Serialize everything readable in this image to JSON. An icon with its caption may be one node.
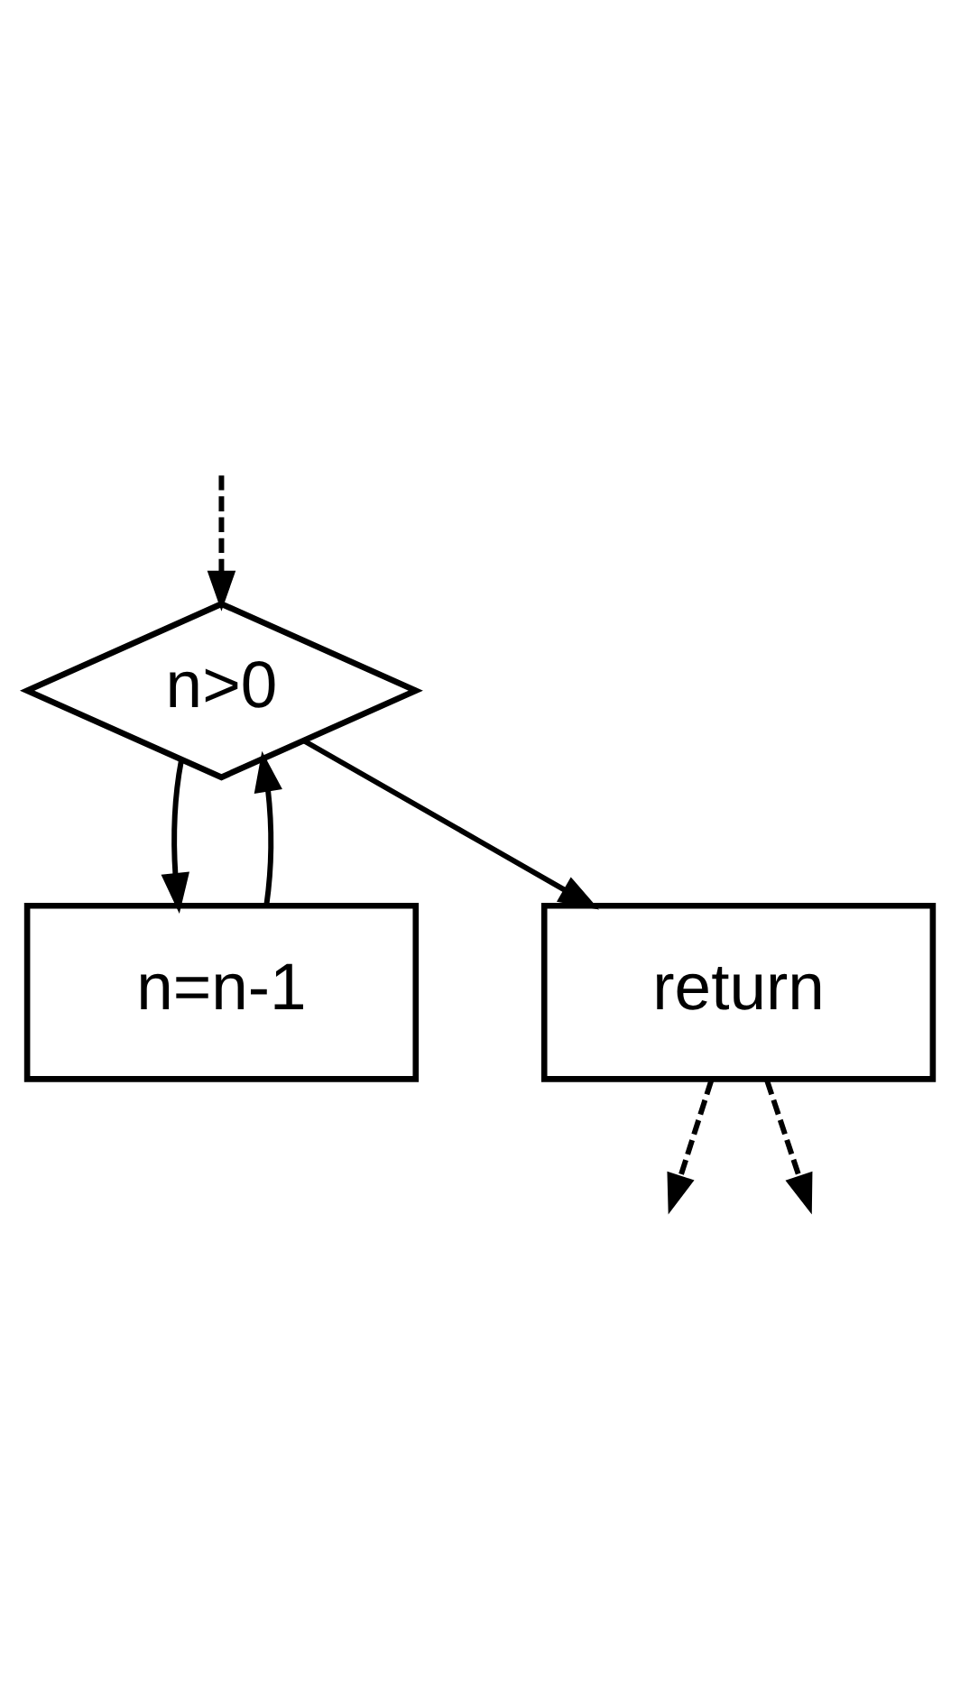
{
  "diagram": {
    "nodes": [
      {
        "text": [
          "n>0"
        ]
      },
      {
        "text": [
          "n=n-1"
        ]
      },
      {
        "text": [
          "return"
        ]
      }
    ],
    "edges": [
      {
        "from": null,
        "to": 0,
        "arrow": "to",
        "style": "dashed"
      },
      {
        "from": 0,
        "to": 1,
        "arrow": "to"
      },
      {
        "from": 1,
        "to": 0,
        "arrow": "to"
      },
      {
        "from": 0,
        "to": 2,
        "arrow": "to"
      },
      {
        "from": 2,
        "to": null,
        "arrow": "to",
        "style": "dashed"
      },
      {
        "from": 2,
        "to": null,
        "arrow": "to",
        "style": "dashed"
      }
    ]
  }
}
